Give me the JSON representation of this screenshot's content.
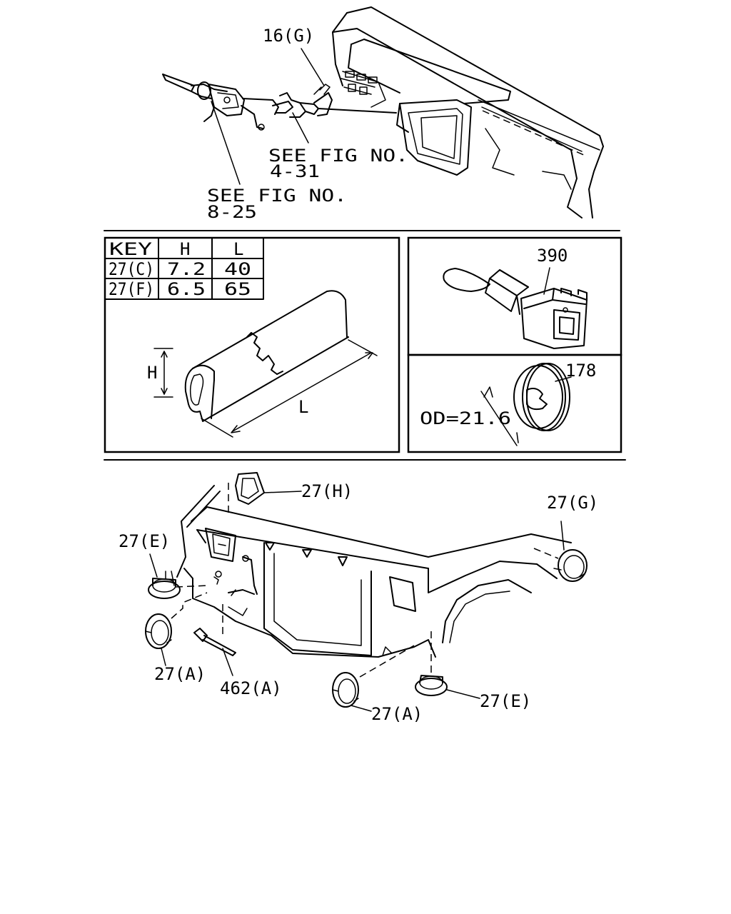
{
  "callouts": {
    "top_clip": "16(G)",
    "see_fig_a_line1": "SEE FIG NO.",
    "see_fig_a_line2": "4-31",
    "see_fig_b_line1": "SEE FIG NO.",
    "see_fig_b_line2": "8-25",
    "connector": "390",
    "grommet": "178",
    "od_label": "OD=21.6",
    "clip_h": "27(H)",
    "clip_g": "27(G)",
    "clip_e_left": "27(E)",
    "clip_a_left": "27(A)",
    "tie": "462(A)",
    "clip_a_bottom": "27(A)",
    "clip_e_right": "27(E)",
    "dim_h": "H",
    "dim_l": "L"
  },
  "key_table": {
    "headers": [
      "KEY",
      "H",
      "L"
    ],
    "rows": [
      [
        "27(C)",
        "7.2",
        "40"
      ],
      [
        "27(F)",
        "6.5",
        "65"
      ]
    ]
  }
}
